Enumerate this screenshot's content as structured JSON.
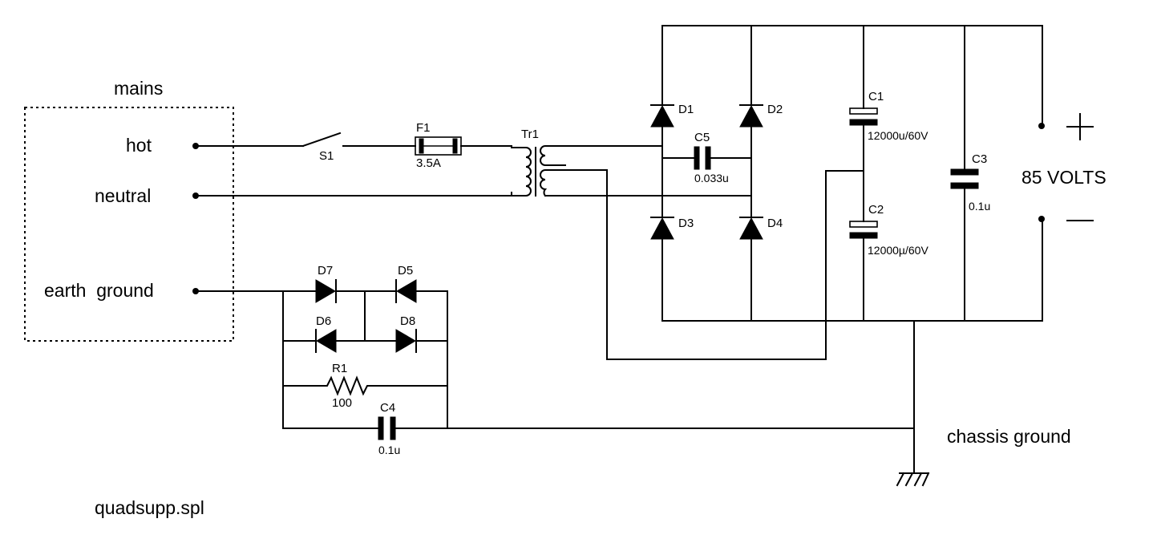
{
  "mains": {
    "title": "mains",
    "hot": "hot",
    "neutral": "neutral",
    "earth": "earth  ground"
  },
  "switch": {
    "ref": "S1"
  },
  "fuse": {
    "ref": "F1",
    "value": "3.5A"
  },
  "transformer": {
    "ref": "Tr1"
  },
  "diodes": {
    "d1": "D1",
    "d2": "D2",
    "d3": "D3",
    "d4": "D4",
    "d5": "D5",
    "d6": "D6",
    "d7": "D7",
    "d8": "D8"
  },
  "capacitors": {
    "c1": {
      "ref": "C1",
      "value": "12000u/60V"
    },
    "c2": {
      "ref": "C2",
      "value": "12000µ/60V"
    },
    "c3": {
      "ref": "C3",
      "value": "0.1u"
    },
    "c4": {
      "ref": "C4",
      "value": "0.1u"
    },
    "c5": {
      "ref": "C5",
      "value": "0.033u"
    }
  },
  "resistor": {
    "ref": "R1",
    "value": "100"
  },
  "output": {
    "label": "85 VOLTS",
    "plus": "+",
    "minus": "—"
  },
  "chassis_ground": "chassis ground",
  "filename": "quadsupp.spl"
}
